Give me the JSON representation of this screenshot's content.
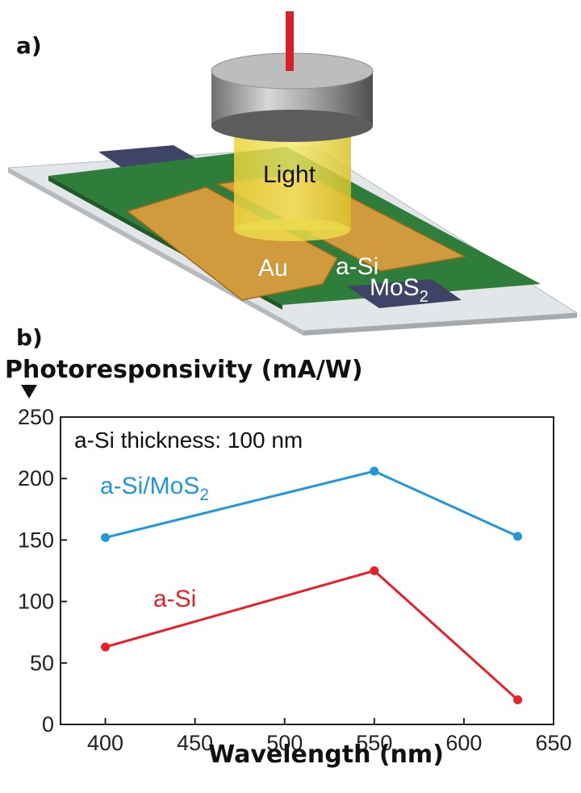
{
  "panel_a": {
    "label": "a)",
    "light_label": "Light",
    "au_label": "Au",
    "asi_label": "a-Si",
    "mos2_label": "MoS",
    "mos2_sub": "2"
  },
  "panel_b": {
    "label": "b)"
  },
  "colors": {
    "asi_mos2": "#2196d8",
    "asi": "#e8202a",
    "axis": "#222222"
  },
  "chart_data": {
    "type": "line",
    "ylabel": "Photoresponsivity (mA/W)",
    "xlabel": "Wavelength (nm)",
    "annotation": "a-Si thickness: 100 nm",
    "xlim": [
      375,
      650
    ],
    "ylim": [
      0,
      250
    ],
    "xticks": [
      400,
      450,
      500,
      550,
      600,
      650
    ],
    "yticks": [
      0,
      50,
      100,
      150,
      200,
      250
    ],
    "series": [
      {
        "name": "a-Si/MoS",
        "name_sub": "2",
        "color": "#2196d8",
        "x": [
          400,
          550,
          630
        ],
        "y": [
          152,
          206,
          153
        ]
      },
      {
        "name": "a-Si",
        "color": "#e8202a",
        "x": [
          400,
          550,
          630
        ],
        "y": [
          63,
          125,
          20
        ]
      }
    ]
  }
}
